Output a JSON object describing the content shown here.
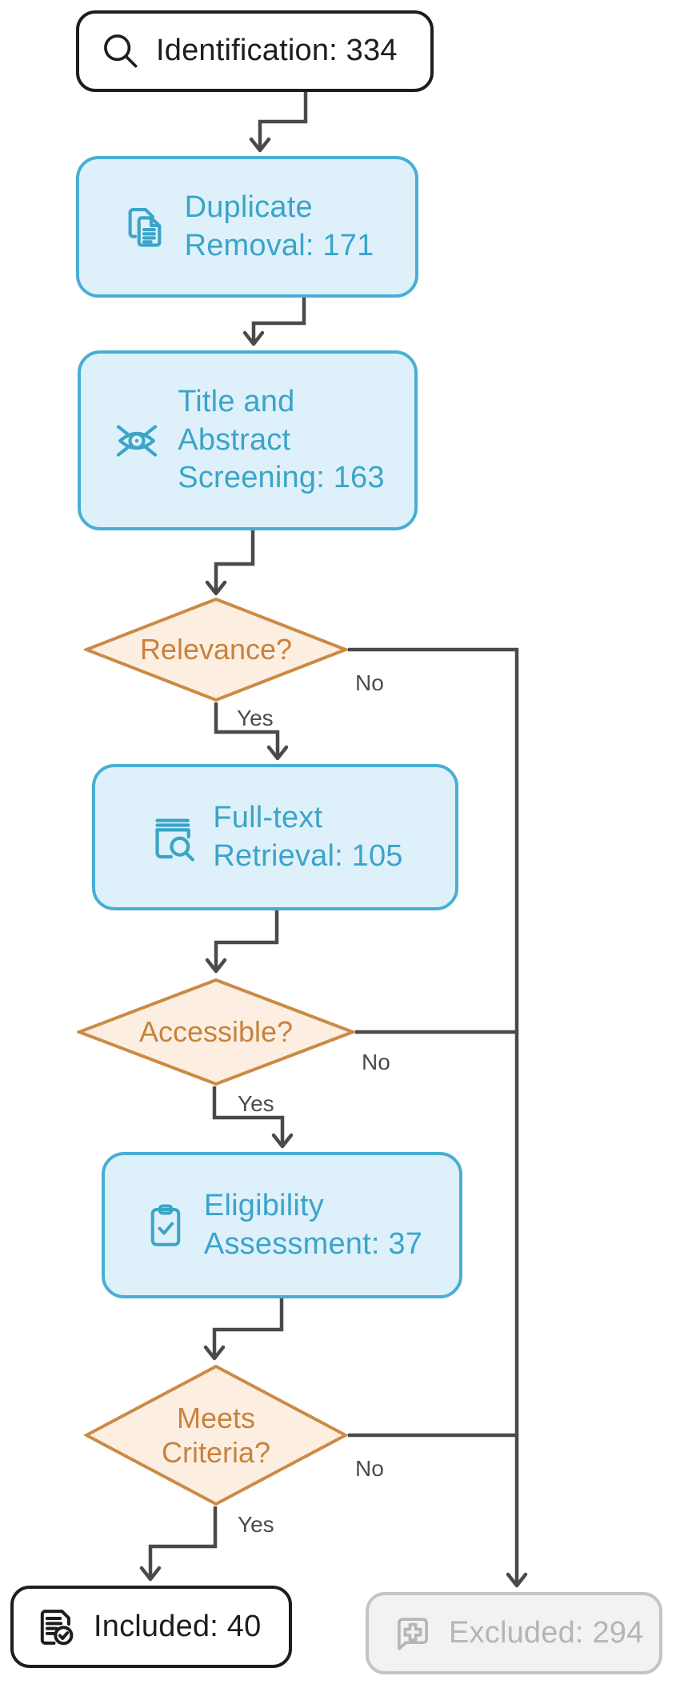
{
  "diagram": {
    "type": "flowchart",
    "background": "#ffffff",
    "colors": {
      "process_fill": "#def1fa",
      "process_border": "#48aed3",
      "process_text": "#3ba4c9",
      "decision_fill": "#fcefe2",
      "decision_border": "#cc8a45",
      "decision_text": "#c8823d",
      "terminal_border": "#1d1d1d",
      "excluded_fill": "#f2f2f2",
      "excluded_border": "#c4c4c4",
      "excluded_text": "#b5b5b5",
      "connector": "#4a4a4a"
    },
    "nodes": {
      "identification": {
        "label": "Identification: 334",
        "icon": "search-icon",
        "shape": "rounded-rect"
      },
      "duplicate_removal": {
        "label": "Duplicate\nRemoval: 171",
        "icon": "copy-documents-icon",
        "shape": "rounded-rect"
      },
      "title_abstract_screening": {
        "label": "Title and\nAbstract\nScreening: 163",
        "icon": "eye-scan-icon",
        "shape": "rounded-rect"
      },
      "relevance": {
        "label": "Relevance?",
        "shape": "diamond"
      },
      "full_text_retrieval": {
        "label": "Full-text\nRetrieval: 105",
        "icon": "book-search-icon",
        "shape": "rounded-rect"
      },
      "accessible": {
        "label": "Accessible?",
        "shape": "diamond"
      },
      "eligibility_assessment": {
        "label": "Eligibility\nAssessment: 37",
        "icon": "clipboard-check-icon",
        "shape": "rounded-rect"
      },
      "meets_criteria": {
        "label": "Meets\nCriteria?",
        "shape": "diamond"
      },
      "included": {
        "label": "Included: 40",
        "icon": "document-check-icon",
        "shape": "rounded-rect"
      },
      "excluded": {
        "label": "Excluded: 294",
        "icon": "message-plus-icon",
        "shape": "rounded-rect"
      }
    },
    "edge_labels": {
      "relevance_yes": "Yes",
      "relevance_no": "No",
      "accessible_yes": "Yes",
      "accessible_no": "No",
      "meets_criteria_yes": "Yes",
      "meets_criteria_no": "No"
    },
    "edges": [
      {
        "from": "identification",
        "to": "duplicate_removal"
      },
      {
        "from": "duplicate_removal",
        "to": "title_abstract_screening"
      },
      {
        "from": "title_abstract_screening",
        "to": "relevance"
      },
      {
        "from": "relevance",
        "to": "full_text_retrieval",
        "label": "Yes"
      },
      {
        "from": "relevance",
        "to": "excluded",
        "label": "No"
      },
      {
        "from": "full_text_retrieval",
        "to": "accessible"
      },
      {
        "from": "accessible",
        "to": "eligibility_assessment",
        "label": "Yes"
      },
      {
        "from": "accessible",
        "to": "excluded",
        "label": "No"
      },
      {
        "from": "eligibility_assessment",
        "to": "meets_criteria"
      },
      {
        "from": "meets_criteria",
        "to": "included",
        "label": "Yes"
      },
      {
        "from": "meets_criteria",
        "to": "excluded",
        "label": "No"
      }
    ]
  }
}
